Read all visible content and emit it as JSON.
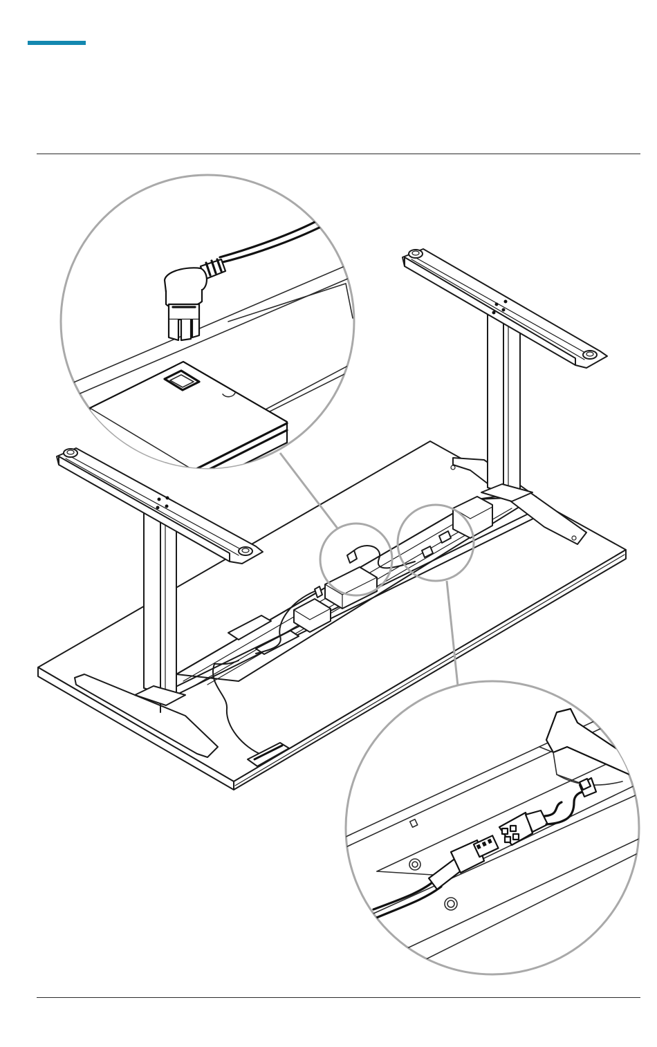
{
  "colors": {
    "accent": "#1488b0",
    "ink": "#1a1a1a",
    "callout": "#a9a9a9"
  },
  "icons": {
    "header_mark": "accent-bar",
    "main_illustration": "desk-frame-assembly",
    "callout_top": "power-cable-plug-detail",
    "callout_bottom": "cable-connector-detail"
  }
}
